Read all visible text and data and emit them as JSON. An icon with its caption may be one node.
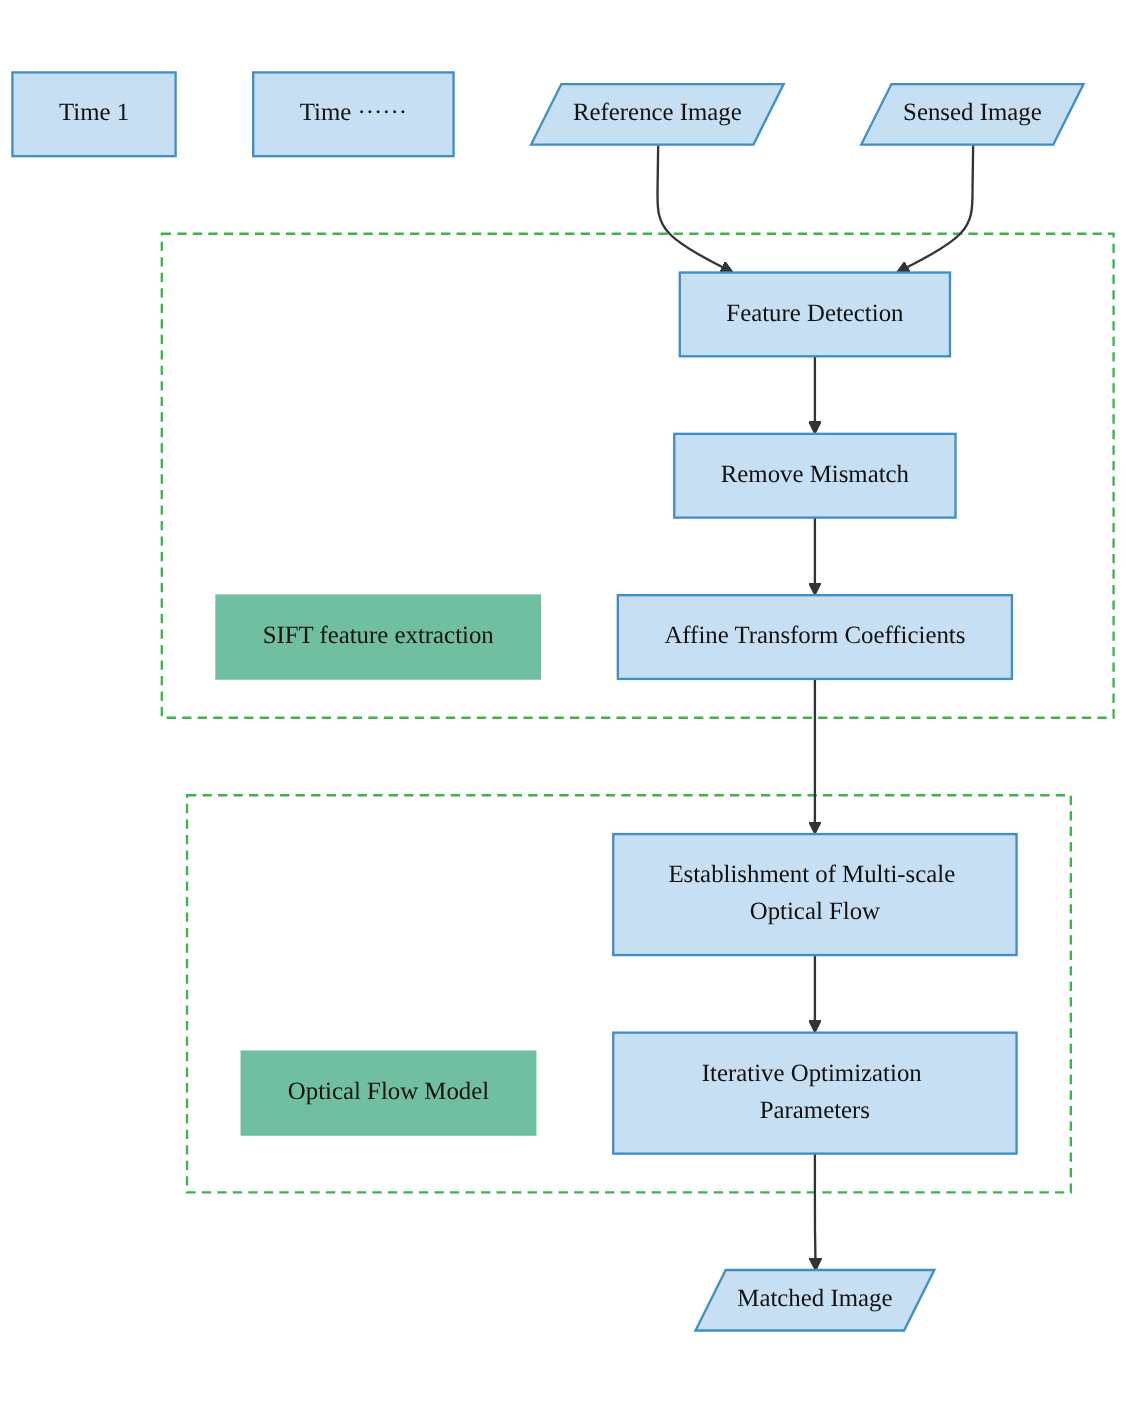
{
  "diagram": {
    "nodes": [
      {
        "text": [
          "Time 1"
        ]
      },
      {
        "text": [
          "Time ······"
        ]
      },
      {
        "text": [
          "Reference Image"
        ]
      },
      {
        "text": [
          "Sensed Image"
        ]
      },
      {
        "text": [],
        "shape": "box"
      },
      {
        "text": [
          "SIFT feature extraction"
        ],
        "in": 4
      },
      {
        "text": [
          "Feature Detection"
        ],
        "in": 4
      },
      {
        "text": [
          "Remove Mismatch"
        ],
        "in": 4
      },
      {
        "text": [
          "Affine Transform Coefficients"
        ],
        "in": 4
      },
      {
        "text": [],
        "shape": "box"
      },
      {
        "text": [
          "Optical Flow Model"
        ],
        "in": 9
      },
      {
        "text": [
          "Establishment of Multi-scale Optical Flow"
        ],
        "in": 9
      },
      {
        "text": [
          "Iterative Optimization Parameters"
        ],
        "in": 9
      },
      {
        "text": [
          "Matched Image"
        ]
      }
    ],
    "edges": [
      {
        "from": 2,
        "to": 6,
        "arrow": "to"
      },
      {
        "from": 3,
        "to": 6,
        "arrow": "to"
      },
      {
        "from": 6,
        "to": 7,
        "arrow": "to"
      },
      {
        "from": 7,
        "to": 8,
        "arrow": "to"
      },
      {
        "from": 8,
        "to": 11,
        "arrow": "to"
      },
      {
        "from": 11,
        "to": 12,
        "arrow": "to"
      },
      {
        "from": 12,
        "to": 13,
        "arrow": "to"
      }
    ]
  }
}
